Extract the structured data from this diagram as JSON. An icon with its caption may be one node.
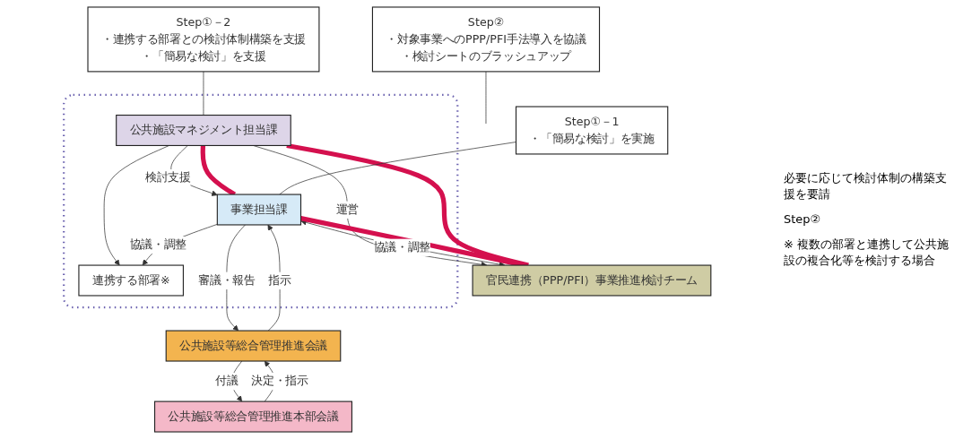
{
  "diagram": {
    "nodes": [
      {
        "text": [],
        "shape": "box"
      },
      {
        "text": [
          "連携する部署※"
        ],
        "in": 0
      },
      {
        "text": [
          "公共施設マネジメント担当課"
        ],
        "in": 0
      },
      {
        "text": [
          "事業担当課"
        ],
        "in": 0
      },
      {
        "text": [
          "官民連携（PPP/PFI）事業推進検討チーム"
        ]
      },
      {
        "text": [
          "Step①－2",
          "・連携する部署との検討体制構築を支援",
          "・「簡易な検討」を支援"
        ]
      },
      {
        "text": [
          "Step①－1",
          "・「簡易な検討」を実施"
        ]
      },
      {
        "text": [
          "Step②",
          "・対象事業へのPPP/PFI手法導入を協議",
          "・検討シートのブラッシュアップ"
        ]
      },
      {
        "text": [
          "公共施設等総合管理推進会議"
        ]
      },
      {
        "text": [
          "公共施設等総合管理推進本部会議"
        ]
      }
    ],
    "edges": [
      {
        "from": 2,
        "to": 1,
        "arrow": "to"
      },
      {
        "from": 3,
        "to": 1,
        "arrow": "to",
        "label": "協議・調整"
      },
      {
        "from": 2,
        "to": 3,
        "arrow": "to",
        "label": "検討支援"
      },
      {
        "from": 2,
        "to": 4,
        "arrow": "to",
        "label": "運営"
      },
      {
        "from": 3,
        "to": 4,
        "arrow": "both",
        "label": "協議・調整"
      },
      {
        "from": 2,
        "to": 3,
        "arrow": "none",
        "style": "thick",
        "color": "#d4104e"
      },
      {
        "from": 3,
        "to": 4,
        "arrow": "none",
        "style": "thick",
        "color": "#d4104e"
      },
      {
        "from": 4,
        "to": 2,
        "arrow": "none",
        "style": "thick",
        "color": "#d4104e"
      },
      {
        "from": 5,
        "to": 2,
        "arrow": "none"
      },
      {
        "from": 6,
        "to": 3,
        "arrow": "none"
      },
      {
        "from": 7,
        "to": null,
        "arrow": "none"
      },
      {
        "from": 8,
        "to": 3,
        "arrow": "to",
        "label": "指示"
      },
      {
        "from": 3,
        "to": 8,
        "arrow": "to",
        "label": "審議・報告"
      },
      {
        "from": 9,
        "to": 8,
        "arrow": "to",
        "label": "決定・指示"
      },
      {
        "from": 8,
        "to": 9,
        "arrow": "to",
        "label": "付議"
      }
    ],
    "labels": [
      "必要に応じて検討体制の構築支援を要請",
      "Step②",
      "※ 複数の部署と連携して公共施設の複合化等を検討する場合"
    ]
  }
}
